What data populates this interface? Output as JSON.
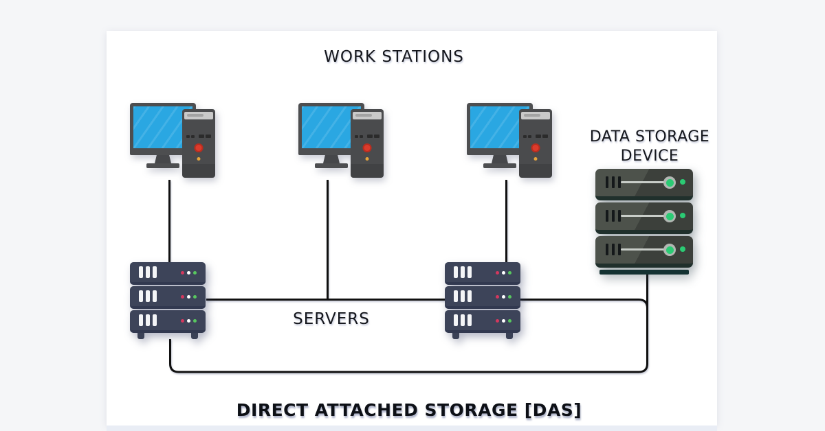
{
  "labels": {
    "work_stations": "WORK STATIONS",
    "data_storage_line1": "DATA STORAGE",
    "data_storage_line2": "DEVICE",
    "servers": "SERVERS",
    "das_title": "DIRECT ATTACHED STORAGE [DAS]"
  },
  "diagram": {
    "type": "network-topology",
    "workstation_count": 3,
    "server_stack_count": 2,
    "server_units_per_stack": 3,
    "storage_units": 3,
    "connections": [
      "workstation-1 to server-stack-left",
      "workstation-2 to server-bus-line",
      "workstation-3 to server-stack-right",
      "server-stack-left to server-stack-right",
      "server-stack-right to data-storage-device",
      "data-storage-device to server-stack-left (bottom loop)"
    ]
  },
  "colors": {
    "background": "#f5f6f8",
    "card": "#ffffff",
    "text": "#14161c",
    "line": "#101010",
    "screen_blue": "#2aa7e2",
    "monitor_frame": "#4d4e50",
    "tower_gray": "#4a4b4d",
    "power_red": "#dc3b2c",
    "power_amber": "#e5a43c",
    "server_navy": "#3d4459",
    "led_red": "#d4385e",
    "led_white": "#ffffff",
    "led_green": "#58c75f",
    "storage_gray": "#454a43",
    "storage_teal_base": "#143232",
    "storage_green": "#2bcb74"
  }
}
